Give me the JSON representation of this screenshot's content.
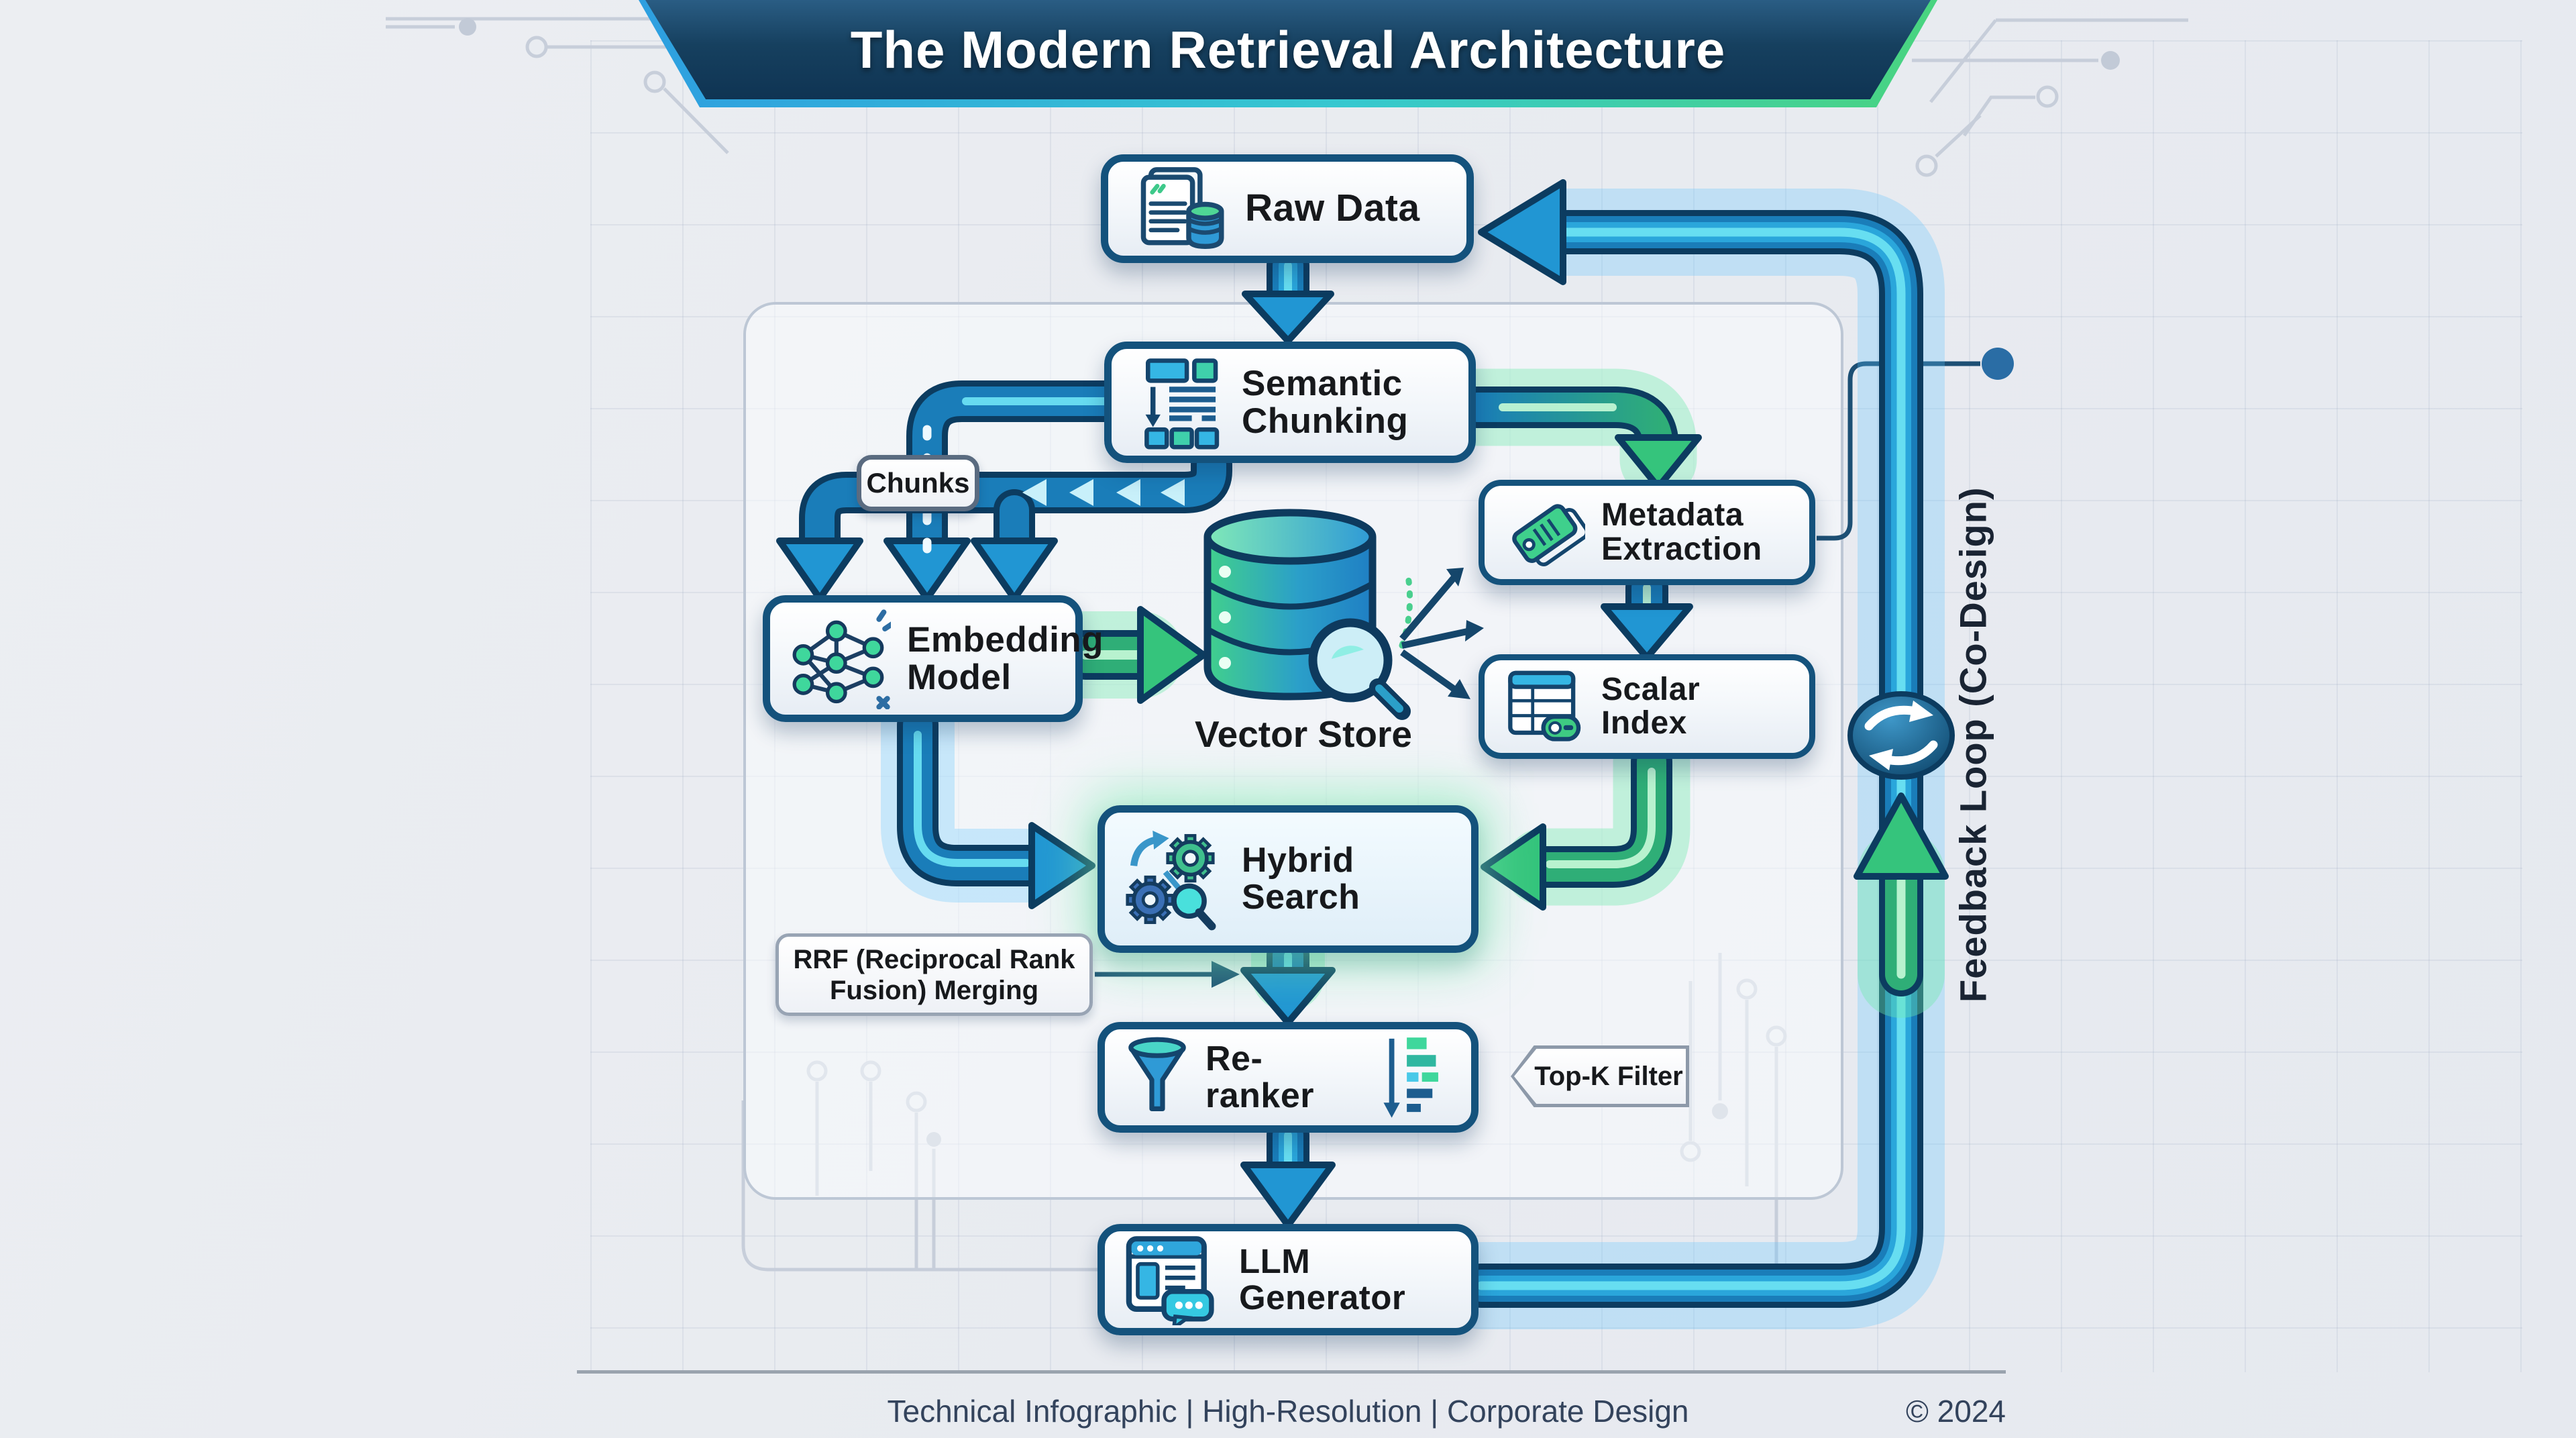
{
  "banner": {
    "title": "The Modern Retrieval Architecture"
  },
  "nodes": {
    "raw_data": {
      "label": "Raw Data"
    },
    "semantic_chunking": {
      "label": "Semantic Chunking"
    },
    "metadata_extraction": {
      "label": "Metadata Extraction"
    },
    "scalar_index": {
      "label": "Scalar Index"
    },
    "embedding_model": {
      "label": "Embedding Model"
    },
    "vector_store": {
      "label": "Vector Store"
    },
    "hybrid_search": {
      "label": "Hybrid Search"
    },
    "re_ranker": {
      "label": "Re-ranker"
    },
    "llm_generator": {
      "label": "LLM Generator"
    }
  },
  "annotations": {
    "chunks": "Chunks",
    "rrf_merging": "RRF (Reciprocal Rank Fusion) Merging",
    "top_k_filter": "Top-K Filter",
    "feedback_loop": "Feedback Loop (Co-Design)"
  },
  "footer": {
    "left": "Technical Infographic | High-Resolution | Corporate Design",
    "right": "© 2024"
  },
  "colors": {
    "banner_navy": "#123a5c",
    "node_border": "#14527c",
    "pipe_blue": "#1b85c4",
    "pipe_green": "#2fae77",
    "outline_navy": "#0c3c60",
    "glow_green": "#7ee8ab"
  }
}
